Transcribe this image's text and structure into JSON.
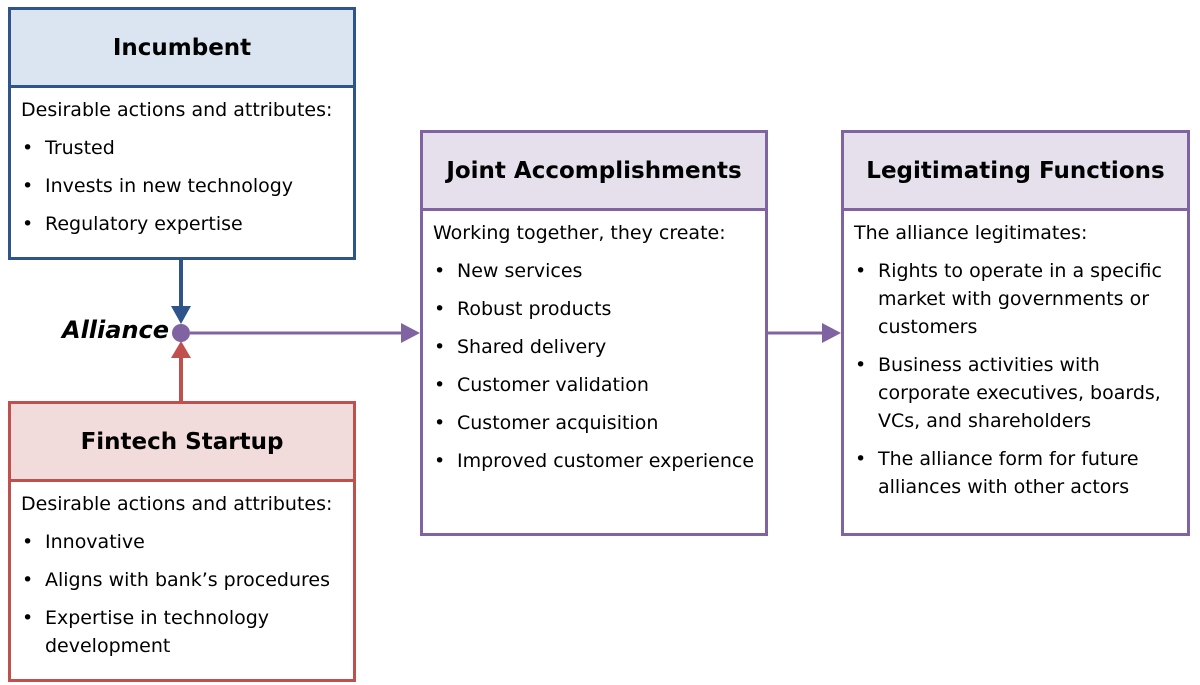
{
  "colors": {
    "incumbent_border": "#2e5489",
    "incumbent_header": "#dbe5f1",
    "fintech_border": "#c0504d",
    "fintech_header": "#f2dcdb",
    "purple_border": "#8064a2",
    "purple_header": "#e5e0ec"
  },
  "alliance_label": "Alliance",
  "incumbent": {
    "title": "Incumbent",
    "intro": "Desirable actions and attributes:",
    "items": [
      "Trusted",
      "Invests in new technology",
      "Regulatory expertise"
    ]
  },
  "fintech": {
    "title": "Fintech Startup",
    "intro": "Desirable actions and attributes:",
    "items": [
      "Innovative",
      "Aligns with bank’s procedures",
      "Expertise in technology development"
    ]
  },
  "joint": {
    "title": "Joint Accomplishments",
    "intro": "Working together, they create:",
    "items": [
      "New services",
      "Robust products",
      "Shared delivery",
      "Customer validation",
      "Customer acquisition",
      "Improved customer experience"
    ]
  },
  "legitimating": {
    "title": "Legitimating Functions",
    "intro": "The alliance legitimates:",
    "items": [
      "Rights to operate in a specific market with governments or customers",
      "Business activities with corporate executives, boards, VCs, and shareholders",
      "The alliance form for future alliances with other actors"
    ]
  }
}
